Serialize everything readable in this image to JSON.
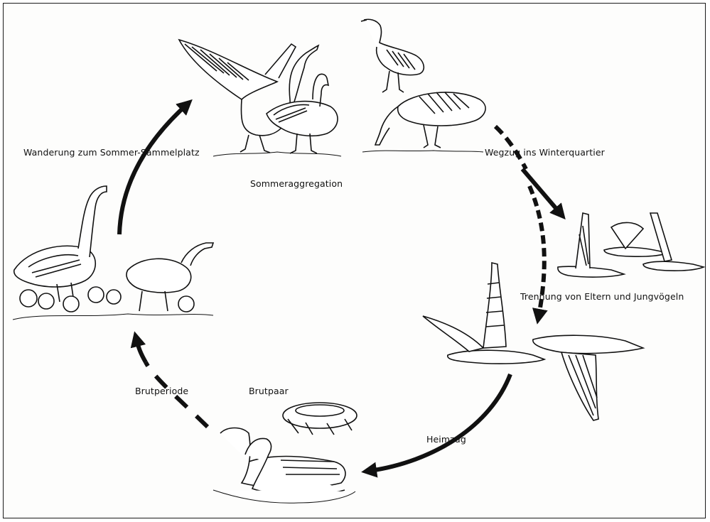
{
  "diagram": {
    "stages": {
      "wanderung": "Wanderung zum Sommer-Sammelplatz",
      "sommeraggregation": "Sommeraggregation",
      "wegzug": "Wegzug ins Winterquartier",
      "trennung": "Trennung von Eltern und Jungvögeln",
      "brutperiode": "Brutperiode",
      "brutpaar": "Brutpaar",
      "heimzug": "Heimzug"
    },
    "colors": {
      "ink": "#111111",
      "background": "#fdfdfc"
    }
  }
}
